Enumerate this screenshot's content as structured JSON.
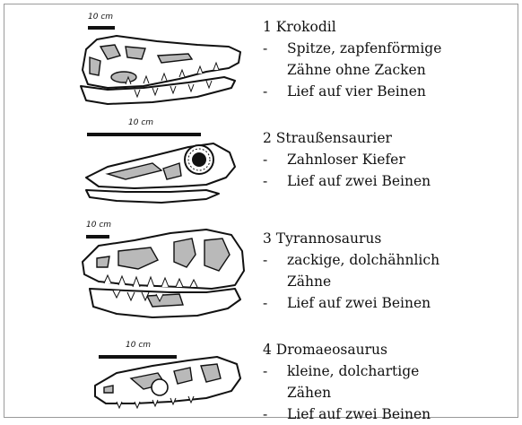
{
  "entries": [
    {
      "title": "1 Krokodil",
      "scale_label": "10 cm",
      "lines": [
        {
          "dash": "-",
          "text": "Spitze, zapfenförmige",
          "continuation": "Zähne ohne Zacken"
        },
        {
          "dash": "-",
          "text": "Lief auf vier Beinen"
        }
      ]
    },
    {
      "title": "2 Straußensaurier",
      "scale_label": "10 cm",
      "lines": [
        {
          "dash": "-",
          "text": "Zahnloser Kiefer"
        },
        {
          "dash": "-",
          "text": "Lief auf zwei Beinen"
        }
      ]
    },
    {
      "title": "3 Tyrannosaurus",
      "scale_label": "10 cm",
      "lines": [
        {
          "dash": "-",
          "text": "zackige, dolchähnlich",
          "continuation": "Zähne"
        },
        {
          "dash": "-",
          "text": "Lief auf zwei Beinen"
        }
      ]
    },
    {
      "title": "4 Dromaeosaurus",
      "scale_label": "10 cm",
      "lines": [
        {
          "dash": "-",
          "text": "kleine, dolchartige",
          "continuation": "Zähen"
        },
        {
          "dash": "-",
          "text": "Lief auf zwei Beinen"
        }
      ]
    }
  ]
}
